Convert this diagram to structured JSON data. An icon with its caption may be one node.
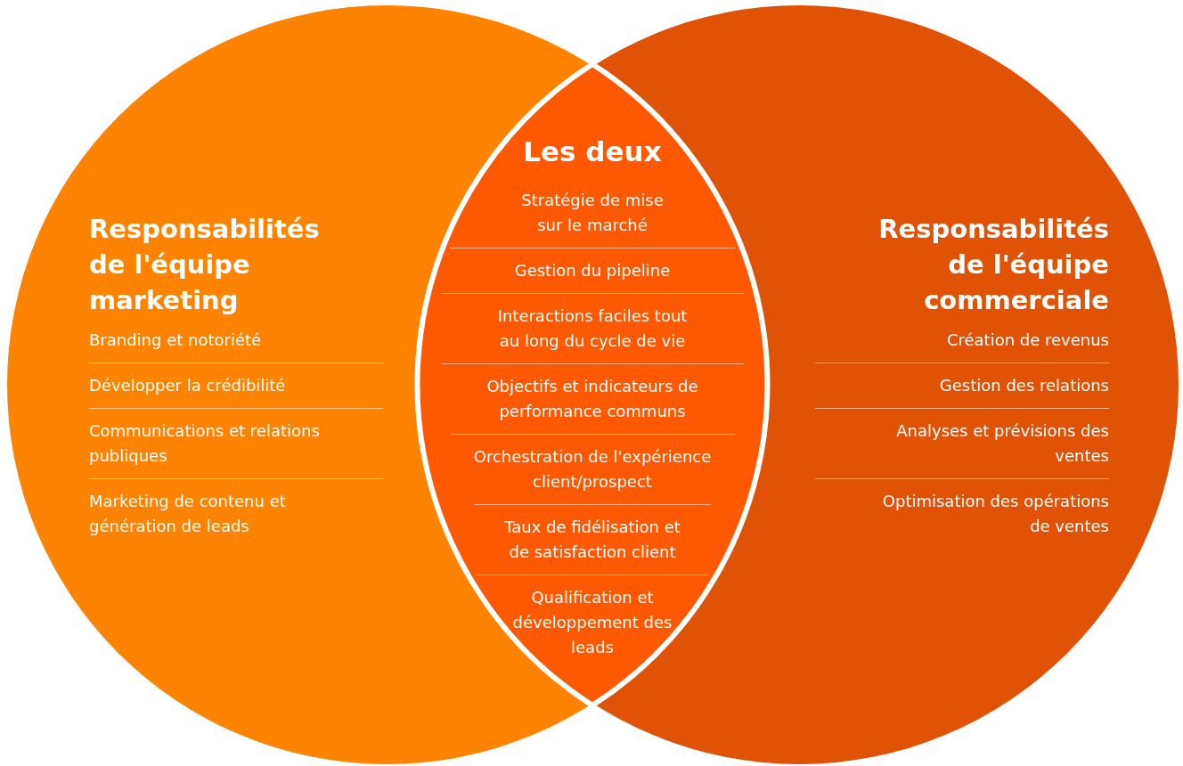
{
  "diagram": {
    "nodes": [
      {
        "text": [
          "Responsabilités de l'équipe marketing",
          "Branding et notoriété",
          "Développer la crédibilité",
          "Communications et relations publiques",
          "Marketing de contenu et génération de leads"
        ]
      },
      {
        "text": [
          "Responsabilités de l'équipe commerciale",
          "Création de revenus",
          "Gestion des relations",
          "Analyses et prévisions des ventes",
          "Optimisation des opérations de ventes"
        ]
      },
      {
        "text": [
          "Les deux",
          "Stratégie de mise sur le marché",
          "Gestion du pipeline",
          "Interactions faciles tout au long du cycle de vie",
          "Objectifs et indicateurs de performance communs",
          "Orchestration de l'expérience client/prospect",
          "Taux de fidélisation et de satisfaction client",
          "Qualification et développement des leads"
        ]
      }
    ]
  }
}
